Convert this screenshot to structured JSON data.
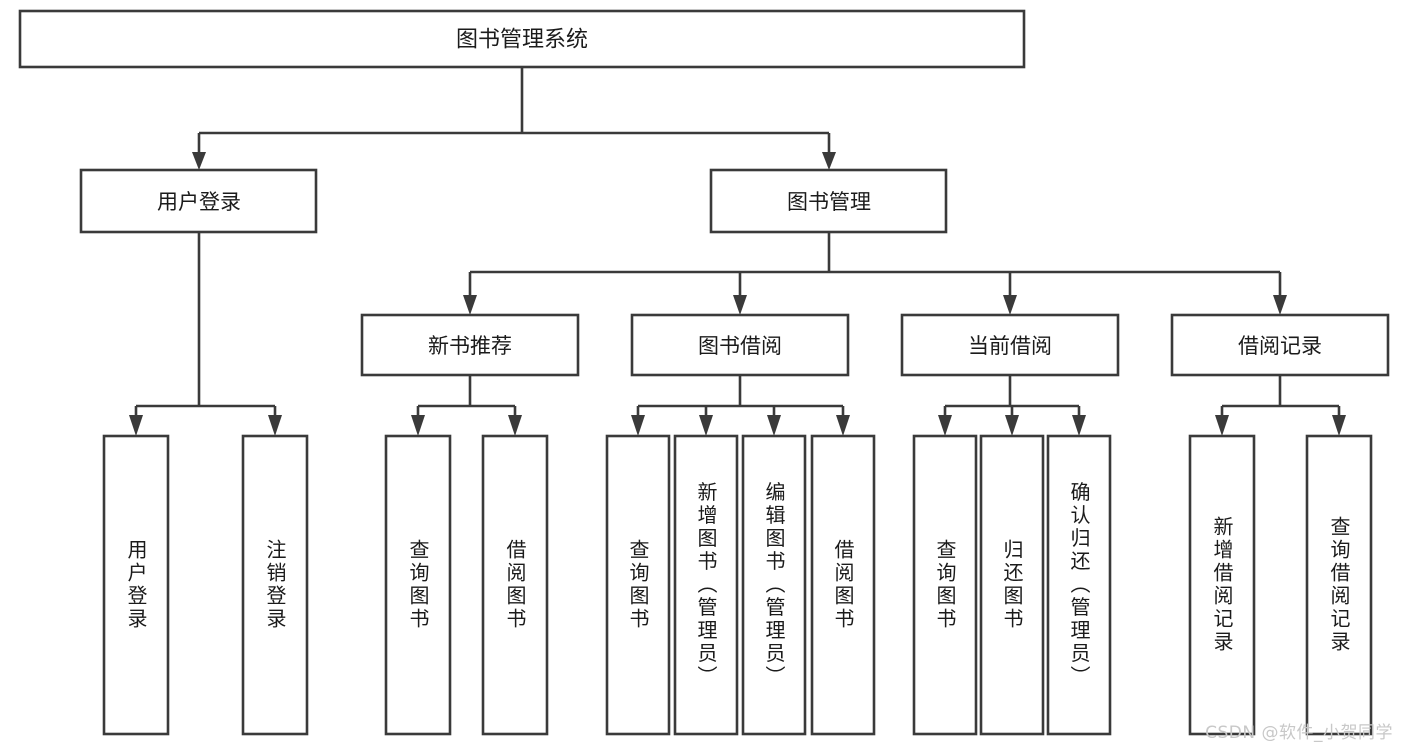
{
  "diagram": {
    "type": "tree",
    "title": "图书管理系统",
    "orientation": "top-down",
    "colors": {
      "box_stroke": "#3a3a3a",
      "box_fill": "#ffffff",
      "text": "#1b1b1b",
      "connector": "#3a3a3a",
      "background": "#ffffff",
      "watermark": "#c8c8c8"
    },
    "nodes": {
      "root": {
        "label": "图书管理系统"
      },
      "level1": [
        {
          "id": "user-login",
          "label": "用户登录"
        },
        {
          "id": "book-manage",
          "label": "图书管理"
        }
      ],
      "level2": [
        {
          "id": "new-book-recommend",
          "label": "新书推荐",
          "parent": "book-manage"
        },
        {
          "id": "book-borrow",
          "label": "图书借阅",
          "parent": "book-manage"
        },
        {
          "id": "current-borrow",
          "label": "当前借阅",
          "parent": "book-manage"
        },
        {
          "id": "borrow-record",
          "label": "借阅记录",
          "parent": "book-manage"
        }
      ],
      "leaves": {
        "user-login": [
          {
            "id": "leaf-user-login",
            "label": "用户登录"
          },
          {
            "id": "leaf-logout",
            "label": "注销登录"
          }
        ],
        "new-book-recommend": [
          {
            "id": "leaf-query-book-1",
            "label": "查询图书"
          },
          {
            "id": "leaf-borrow-book-1",
            "label": "借阅图书"
          }
        ],
        "book-borrow": [
          {
            "id": "leaf-query-book-2",
            "label": "查询图书"
          },
          {
            "id": "leaf-add-book",
            "label": "新增图书（管理员）"
          },
          {
            "id": "leaf-edit-book",
            "label": "编辑图书（管理员）"
          },
          {
            "id": "leaf-borrow-book-2",
            "label": "借阅图书"
          }
        ],
        "current-borrow": [
          {
            "id": "leaf-query-book-3",
            "label": "查询图书"
          },
          {
            "id": "leaf-return-book",
            "label": "归还图书"
          },
          {
            "id": "leaf-confirm-return",
            "label": "确认归还（管理员）"
          }
        ],
        "borrow-record": [
          {
            "id": "leaf-add-record",
            "label": "新增借阅记录"
          },
          {
            "id": "leaf-query-record",
            "label": "查询借阅记录"
          }
        ]
      }
    }
  },
  "watermark": {
    "text": "CSDN @软件_小贺同学"
  }
}
